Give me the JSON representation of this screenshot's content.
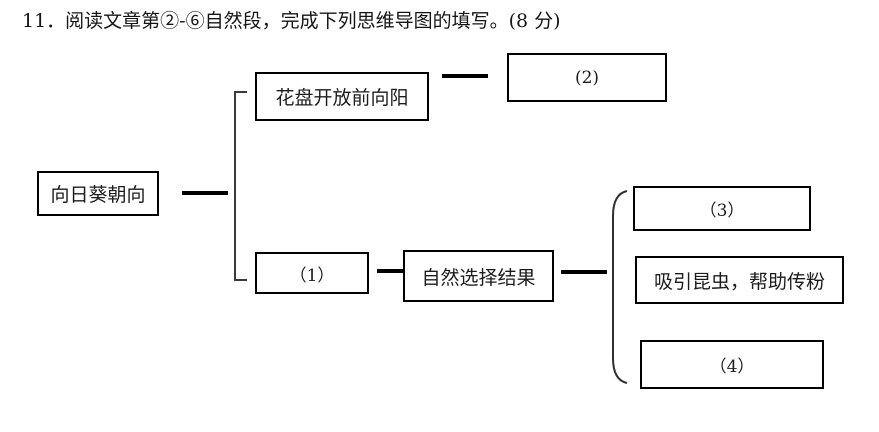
{
  "title": "11．阅读文章第②-⑥自然段，完成下列思维导图的填写。(8 分)",
  "nodes": {
    "root": "向日葵朝向",
    "front_sun": "花盘开放前向阳",
    "blank2": "(2)",
    "blank1": "（1）",
    "natural_selection": "自然选择结果",
    "blank3": "（3）",
    "attract_insects": "吸引昆虫，帮助传粉",
    "blank4": "（4）"
  },
  "colors": {
    "box_border": "#000000",
    "connector": "#000000",
    "bracket": "#3a3a3a",
    "background": "#ffffff",
    "text": "#1c1c1c"
  }
}
